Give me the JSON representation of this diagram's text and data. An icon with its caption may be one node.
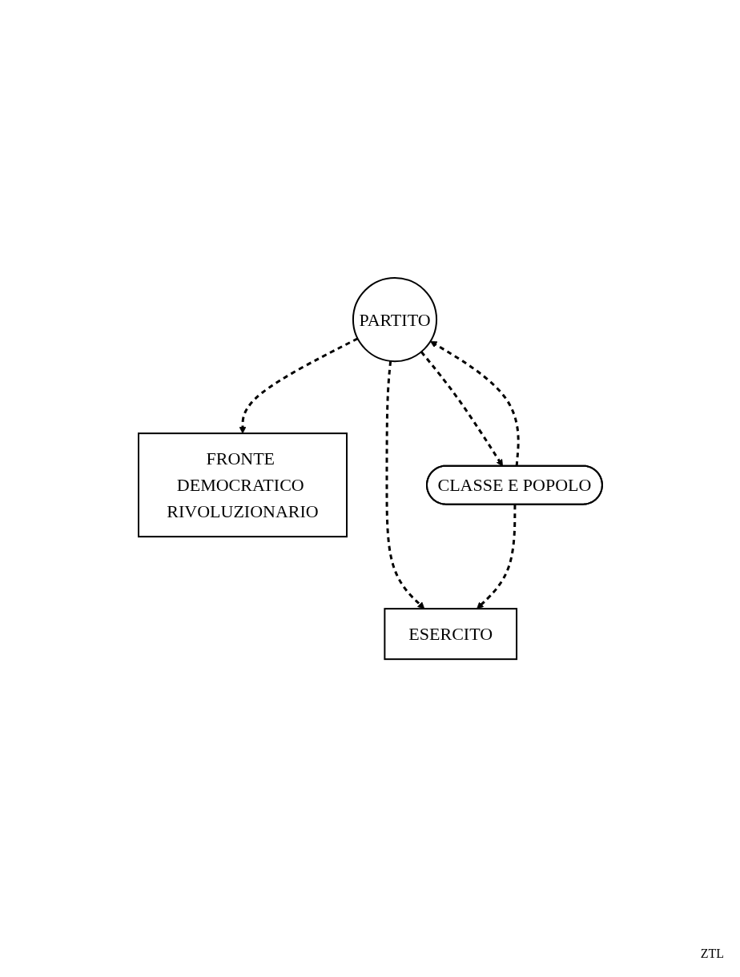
{
  "diagram": {
    "nodes": [
      {
        "text": [
          "PARTITO"
        ]
      },
      {
        "text": [
          "ESERCITO"
        ]
      },
      {
        "text": [
          "FRONTE DEMOCRATICO RIVOLUZIONARIO"
        ]
      },
      {
        "text": [
          "CLASSE E POPOLO"
        ]
      }
    ],
    "edges": [
      {
        "from": 0,
        "to": 1,
        "arrow": "to",
        "style": "dashed"
      },
      {
        "from": 3,
        "to": 0,
        "arrow": "to",
        "style": "dashed"
      },
      {
        "from": 0,
        "to": 3,
        "arrow": "to",
        "style": "dashed"
      },
      {
        "from": 0,
        "to": 2,
        "arrow": "to",
        "style": "dashed"
      },
      {
        "from": 3,
        "to": 1,
        "arrow": "to",
        "style": "dashed"
      }
    ],
    "labels": [
      "ZTL"
    ]
  }
}
